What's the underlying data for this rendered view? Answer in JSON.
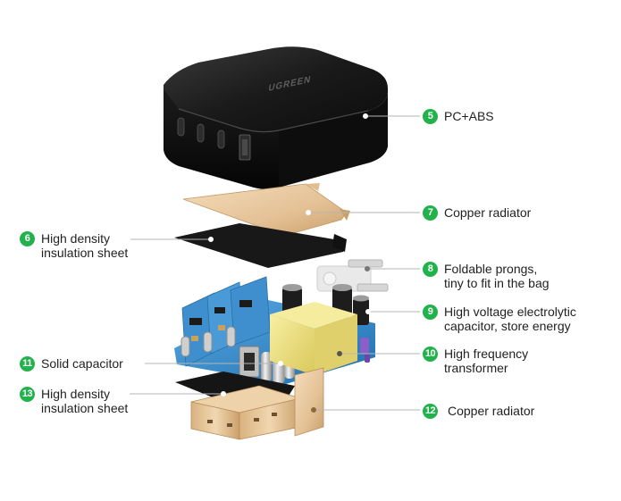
{
  "brand_text": "UGREEN",
  "callouts": [
    {
      "id": "5",
      "number": "5",
      "lines": [
        "PC+ABS"
      ]
    },
    {
      "id": "7",
      "number": "7",
      "lines": [
        "Copper radiator"
      ]
    },
    {
      "id": "6",
      "number": "6",
      "lines": [
        "High density",
        "insulation sheet"
      ]
    },
    {
      "id": "8",
      "number": "8",
      "lines": [
        "Foldable prongs,",
        "tiny to fit in the bag"
      ]
    },
    {
      "id": "9",
      "number": "9",
      "lines": [
        "High voltage electrolytic",
        "capacitor, store energy"
      ]
    },
    {
      "id": "11",
      "number": "11",
      "lines": [
        "Solid capacitor"
      ]
    },
    {
      "id": "10",
      "number": "10",
      "lines": [
        "High frequency",
        "transformer"
      ]
    },
    {
      "id": "13",
      "number": "13",
      "lines": [
        "High density",
        "insulation sheet"
      ]
    },
    {
      "id": "12",
      "number": "12",
      "lines": [
        "Copper radiator"
      ]
    }
  ],
  "colors": {
    "badge": "#21b24b",
    "leader_line": "#b5b5b5",
    "casing": "#141414",
    "copper": "#e8c9a0",
    "insulation": "#1b1b1b",
    "pcb": "#3a8fd0",
    "transformer": "#efe27a"
  }
}
